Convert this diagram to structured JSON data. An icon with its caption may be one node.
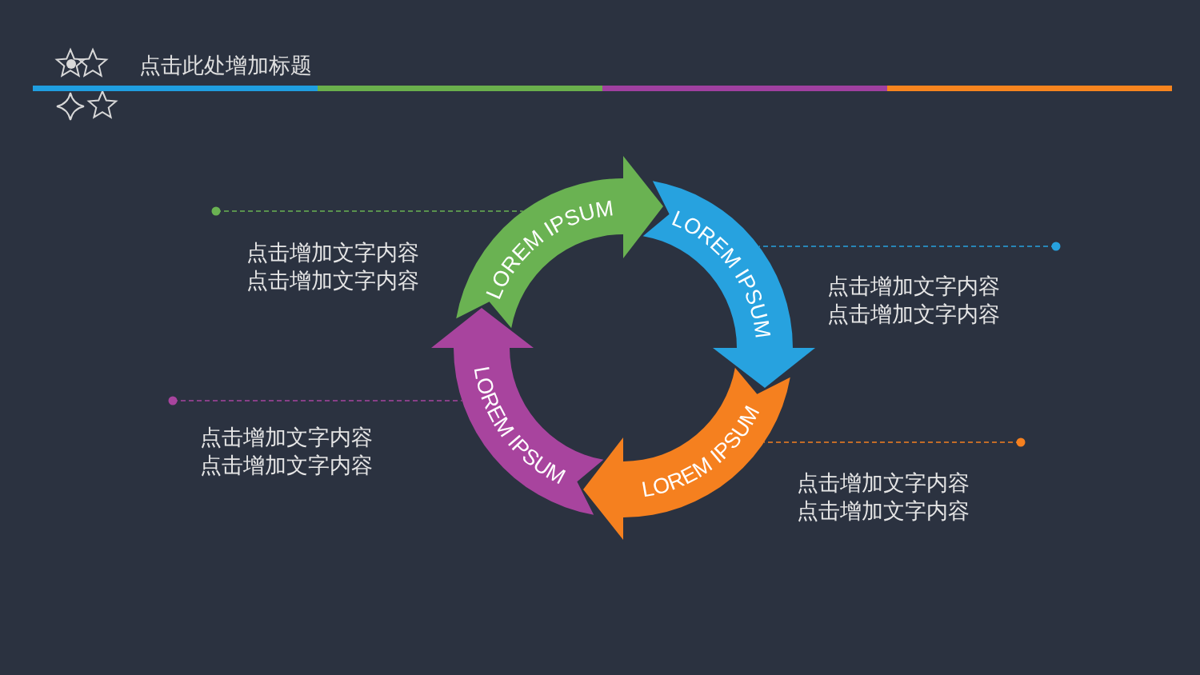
{
  "diagram": {
    "title": "点击此处增加标题",
    "nodes": [
      {
        "text": [
          "LOREM IPSUM"
        ]
      },
      {
        "text": [
          "LOREM IPSUM"
        ]
      },
      {
        "text": [
          "LOREM IPSUM"
        ]
      },
      {
        "text": [
          "LOREM IPSUM"
        ]
      },
      {
        "text": [
          "点击增加文字内容点击增加文字内容"
        ]
      },
      {
        "text": [
          "点击增加文字内容点击增加文字内容"
        ]
      },
      {
        "text": [
          "点击增加文字内容点击增加文字内容"
        ]
      },
      {
        "text": [
          "点击增加文字内容点击增加文字内容"
        ]
      }
    ],
    "edges": [
      {
        "from": 4,
        "to": 0,
        "arrow": "other",
        "style": "dashed",
        "color": "#6ab252"
      },
      {
        "from": 5,
        "to": 1,
        "arrow": "other",
        "style": "dashed",
        "color": "#27a2df"
      },
      {
        "from": 6,
        "to": 3,
        "arrow": "other",
        "style": "dashed",
        "color": "#a8449e"
      },
      {
        "from": 7,
        "to": 2,
        "arrow": "other",
        "style": "dashed",
        "color": "#f5801f"
      }
    ]
  }
}
